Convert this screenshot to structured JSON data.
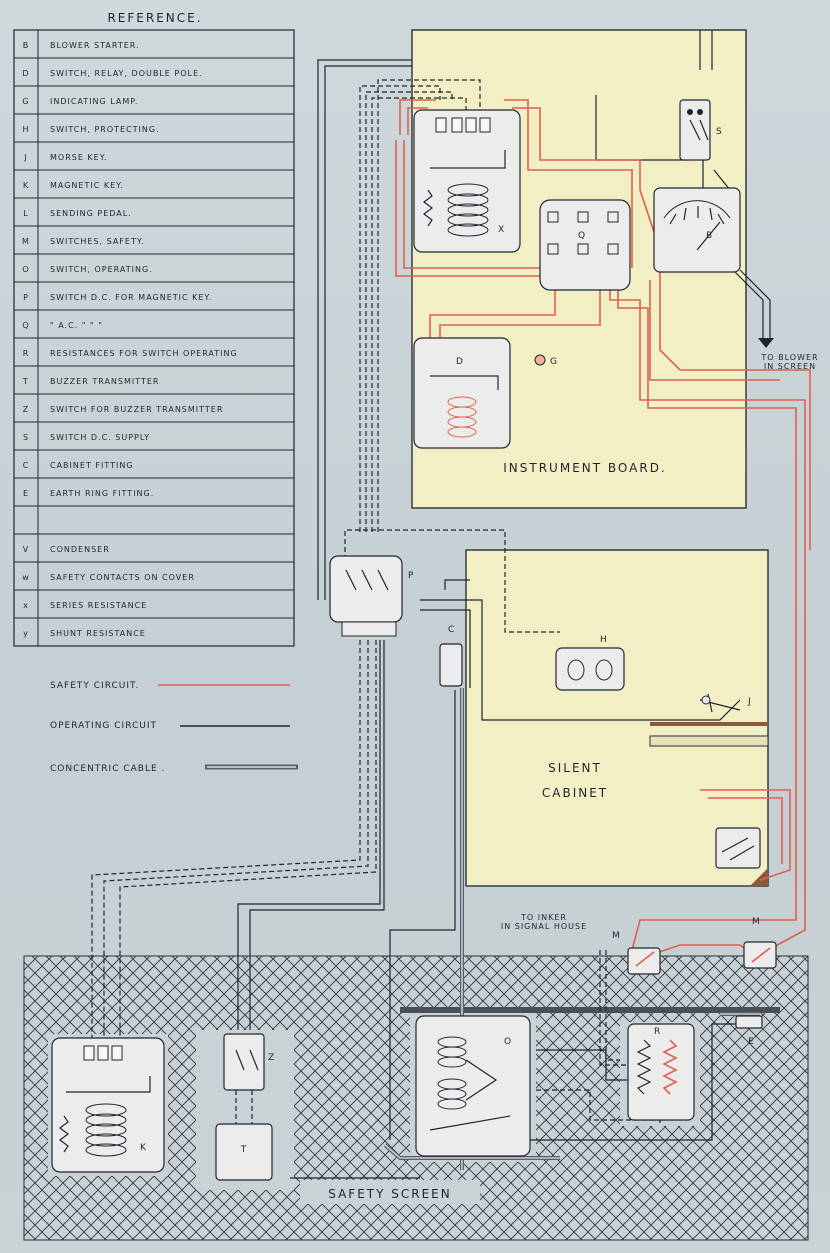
{
  "reference": {
    "title": "REFERENCE.",
    "rows": [
      {
        "key": "B",
        "text": "BLOWER STARTER."
      },
      {
        "key": "D",
        "text": "SWITCH, RELAY, DOUBLE POLE."
      },
      {
        "key": "G",
        "text": "INDICATING LAMP."
      },
      {
        "key": "H",
        "text": "SWITCH, PROTECTING."
      },
      {
        "key": "J",
        "text": "MORSE KEY."
      },
      {
        "key": "K",
        "text": "MAGNETIC KEY."
      },
      {
        "key": "L",
        "text": "SENDING PEDAL."
      },
      {
        "key": "M",
        "text": "SWITCHES, SAFETY."
      },
      {
        "key": "O",
        "text": "SWITCH, OPERATING."
      },
      {
        "key": "P",
        "text": "SWITCH D.C. FOR MAGNETIC KEY."
      },
      {
        "key": "Q",
        "text": "\" A.C. \" \" \""
      },
      {
        "key": "R",
        "text": "RESISTANCES FOR SWITCH OPERATING"
      },
      {
        "key": "T",
        "text": "BUZZER TRANSMITTER"
      },
      {
        "key": "Z",
        "text": "SWITCH FOR BUZZER TRANSMITTER"
      },
      {
        "key": "S",
        "text": "SWITCH D.C. SUPPLY"
      },
      {
        "key": "C",
        "text": "CABINET FITTING"
      },
      {
        "key": "E",
        "text": "EARTH RING FITTING."
      },
      {
        "key": "",
        "text": ""
      },
      {
        "key": "V",
        "text": "CONDENSER"
      },
      {
        "key": "w",
        "text": "SAFETY CONTACTS ON COVER"
      },
      {
        "key": "x",
        "text": "SERIES RESISTANCE"
      },
      {
        "key": "y",
        "text": "SHUNT RESISTANCE"
      }
    ]
  },
  "legend": {
    "safety": "SAFETY CIRCUIT.",
    "operating": "OPERATING CIRCUIT",
    "cable": "CONCENTRIC CABLE ."
  },
  "labels": {
    "instrument_board": "INSTRUMENT BOARD.",
    "silent_cabinet_1": "SILENT",
    "silent_cabinet_2": "CABINET",
    "safety_screen": "SAFETY SCREEN",
    "to_blower_1": "TO BLOWER",
    "to_blower_2": "IN SCREEN",
    "to_inker_1": "TO INKER",
    "to_inker_2": "IN SIGNAL HOUSE",
    "S": "S",
    "X": "X",
    "Q": "Q",
    "B": "B",
    "D": "D",
    "G": "G",
    "P": "P",
    "C": "C",
    "H": "H",
    "J": "J",
    "M1": "M",
    "M2": "M",
    "K": "K",
    "Z": "Z",
    "T": "T",
    "O": "O",
    "R": "R",
    "E": "E"
  },
  "colors": {
    "board": "#f3efc4",
    "safety_circuit": "#e0604e",
    "operating_circuit": "#1f2430",
    "cable": "#55606a"
  }
}
